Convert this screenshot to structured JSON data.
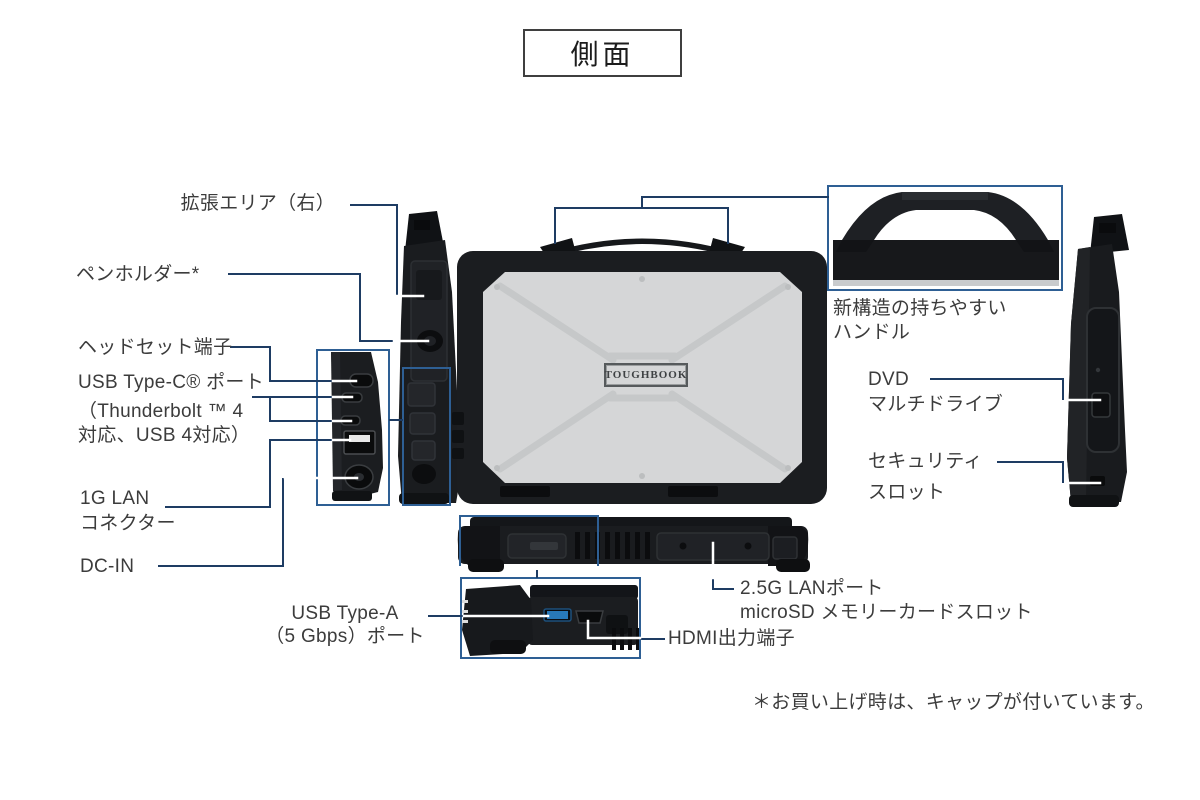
{
  "title": "側面",
  "colors": {
    "leader_line": "#1e3c63",
    "highlight_box": "#2e5f94",
    "text": "#3c3c3c"
  },
  "badge": "TOUGHBOOK",
  "labels": {
    "expansion_area": "拡張エリア（右）",
    "pen_holder": "ペンホルダー*",
    "headset": "ヘッドセット端子",
    "usb_c_line1": "USB Type-C® ポート",
    "usb_c_line2": "（Thunderbolt ™ 4",
    "usb_c_line3": "対応、USB 4対応）",
    "lan_1g_line1": "1G LAN",
    "lan_1g_line2": "コネクター",
    "dc_in": "DC-IN",
    "usb_a_line1": "USB Type-A",
    "usb_a_line2": "（5 Gbps）ポート",
    "hdmi": "HDMI出力端子",
    "lan_25g": "2.5G LANポート",
    "microsd": "microSD メモリーカードスロット",
    "handle_line1": "新構造の持ちやすい",
    "handle_line2": "ハンドル",
    "dvd_line1": "DVD",
    "dvd_line2": "マルチドライブ",
    "security_line1": "セキュリティ",
    "security_line2": "スロット"
  },
  "footnote": "＊お買い上げ時は、キャップが付いています。"
}
